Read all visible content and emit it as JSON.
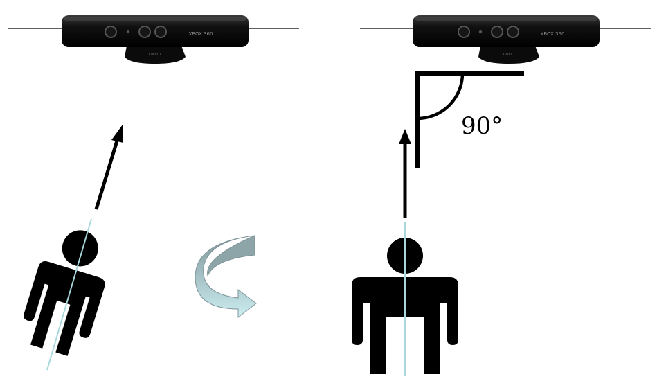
{
  "left_panel": {
    "sensor": {
      "brand_label": "XBOX 360",
      "base_label": "KINECT"
    }
  },
  "right_panel": {
    "sensor": {
      "brand_label": "XBOX 360",
      "base_label": "KINECT"
    },
    "angle_label": "90°"
  },
  "colors": {
    "figure": "#000000",
    "axis_line": "#a8d8dc",
    "rotation_arrow_dark": "#8fa8ac",
    "rotation_arrow_light": "#c8e8ec"
  },
  "icons": [
    "kinect-sensor-icon",
    "person-icon",
    "rotation-arrow-icon",
    "arrow-icon",
    "right-angle-icon"
  ]
}
